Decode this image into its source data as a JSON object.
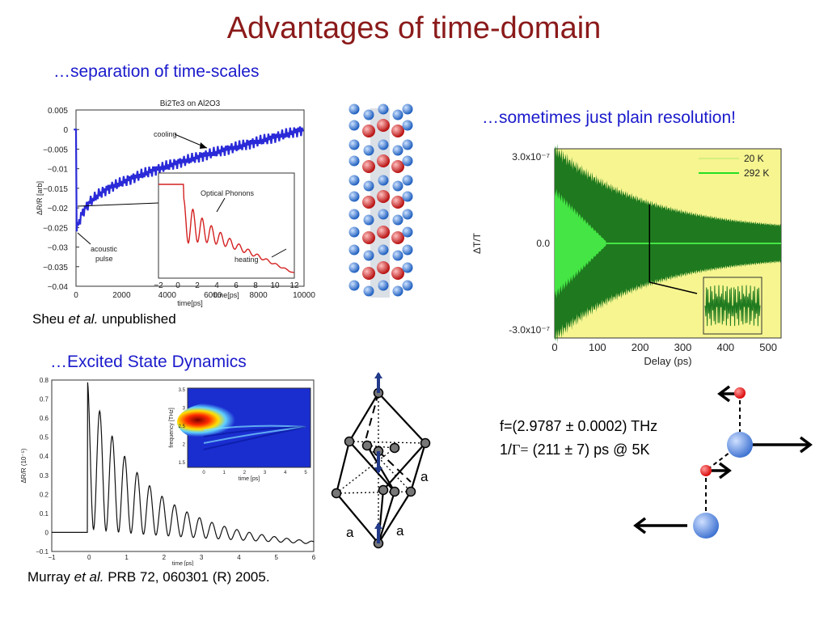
{
  "slide": {
    "title": "Advantages of time-domain",
    "sub_timescales": "…separation of time-scales",
    "sub_resolution": "…sometimes just plain resolution!",
    "sub_excited": "…Excited State Dynamics",
    "cap_sheu": {
      "pre": "Sheu ",
      "em": "et al.",
      "post": " unpublished"
    },
    "cap_murray": {
      "pre": "Murray ",
      "em": "et al.",
      "post": " PRB 72, 060301 (R) 2005."
    },
    "freq_line": "f=(2.9787 ± 0.0002) THz",
    "gamma_line": {
      "pre": "1/",
      "sym": "Γ=",
      "post": " (211 ± 7) ps @ 5K"
    },
    "lattice_labels": [
      "a",
      "a",
      "a"
    ]
  },
  "chart_data": [
    {
      "type": "line",
      "title": "Bi2Te3 on Al2O3",
      "xlabel": "time[ps]",
      "ylabel": "ΔR/R [arb]",
      "xlim": [
        0,
        10000
      ],
      "ylim": [
        -0.04,
        0.005
      ],
      "xticks": [
        "0",
        "2000",
        "4000",
        "6000",
        "8000",
        "10000"
      ],
      "yticks": [
        "0.005",
        "0",
        "−0.005",
        "−0.01",
        "−0.015",
        "−0.02",
        "−0.025",
        "−0.03",
        "−0.035",
        "−0.04"
      ],
      "annotations": [
        "cooling",
        "acoustic",
        "pulse"
      ],
      "x": [
        -100,
        0,
        30,
        100,
        300,
        600,
        1000,
        1500,
        2000,
        3000,
        4000,
        5000,
        6000,
        7000,
        8000,
        9000,
        10000
      ],
      "values": [
        0,
        0,
        -0.026,
        -0.024,
        -0.021,
        -0.0185,
        -0.0165,
        -0.0148,
        -0.0135,
        -0.0112,
        -0.0093,
        -0.0076,
        -0.006,
        -0.0045,
        -0.003,
        -0.0015,
        0.0
      ],
      "inset": {
        "xlabel": "time[ps]",
        "xlim": [
          -2,
          12
        ],
        "xticks": [
          "−2",
          "0",
          "2",
          "4",
          "6",
          "8",
          "10",
          "12"
        ],
        "annotations": [
          "Optical Phonons",
          "heating"
        ]
      }
    },
    {
      "type": "area",
      "xlabel": "Delay (ps)",
      "ylabel": "ΔT/T",
      "xlim": [
        0,
        530
      ],
      "yticks": [
        "3.0x10⁻⁷",
        "0.0",
        "-3.0x10⁻⁷"
      ],
      "xticks": [
        "0",
        "100",
        "200",
        "300",
        "400",
        "500"
      ],
      "series": [
        {
          "name": "20 K"
        },
        {
          "name": "292 K"
        }
      ],
      "envelope_decay_ps": 211
    },
    {
      "type": "line",
      "xlabel": "time [ps]",
      "ylabel": "ΔR/R (10⁻⁵)",
      "xlim": [
        -1,
        6
      ],
      "ylim": [
        -0.1,
        0.8
      ],
      "xticks": [
        "−1",
        "0",
        "1",
        "2",
        "3",
        "4",
        "5",
        "6"
      ],
      "yticks": [
        "0.8",
        "0.7",
        "0.6",
        "0.5",
        "0.4",
        "0.3",
        "0.2",
        "0.1",
        "0",
        "−0.1"
      ],
      "frequency_thz": 3.0,
      "inset": {
        "type": "heatmap",
        "xlabel": "time [ps]",
        "ylabel": "frequency [THz]",
        "xticks": [
          "0",
          "1",
          "2",
          "3",
          "4",
          "5"
        ],
        "yticks": [
          "3.5",
          "3",
          "2.5",
          "2",
          "1.5"
        ]
      }
    }
  ]
}
